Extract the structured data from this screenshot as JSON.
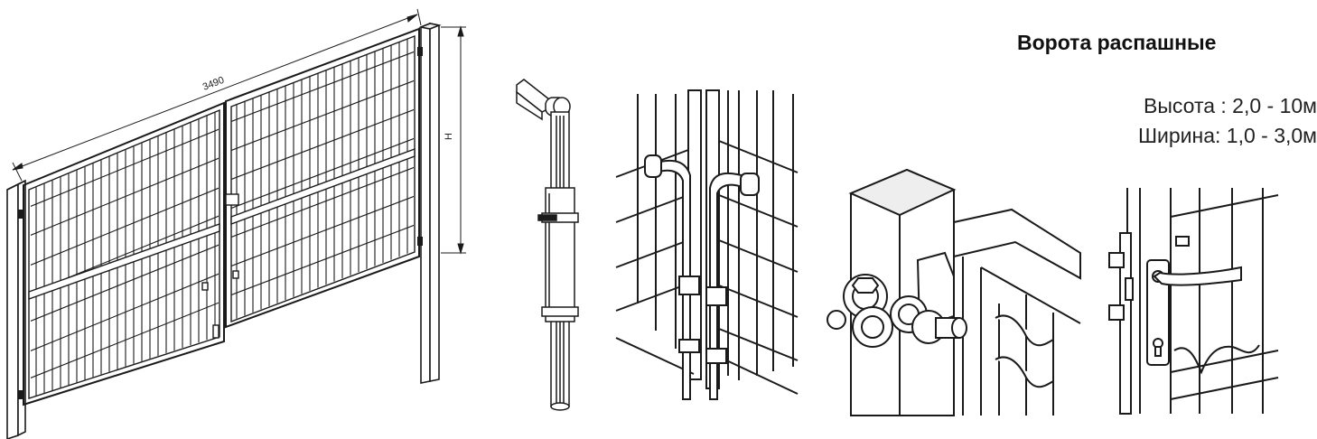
{
  "title": "Ворота распашные",
  "specs": {
    "height": "Высота : 2,0 - 10м",
    "width": "Ширина: 1,0 - 3,0м"
  },
  "dimensions": {
    "length_label": "3490",
    "height_label": "H"
  },
  "colors": {
    "line": "#1a1a1a",
    "background": "#ffffff"
  }
}
